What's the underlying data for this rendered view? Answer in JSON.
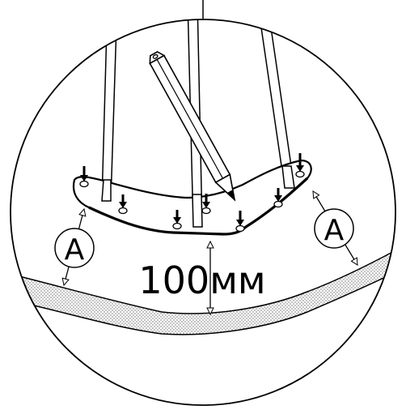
{
  "diagram": {
    "measure_label": "100мм",
    "callout_left": "A",
    "callout_right": "A"
  }
}
